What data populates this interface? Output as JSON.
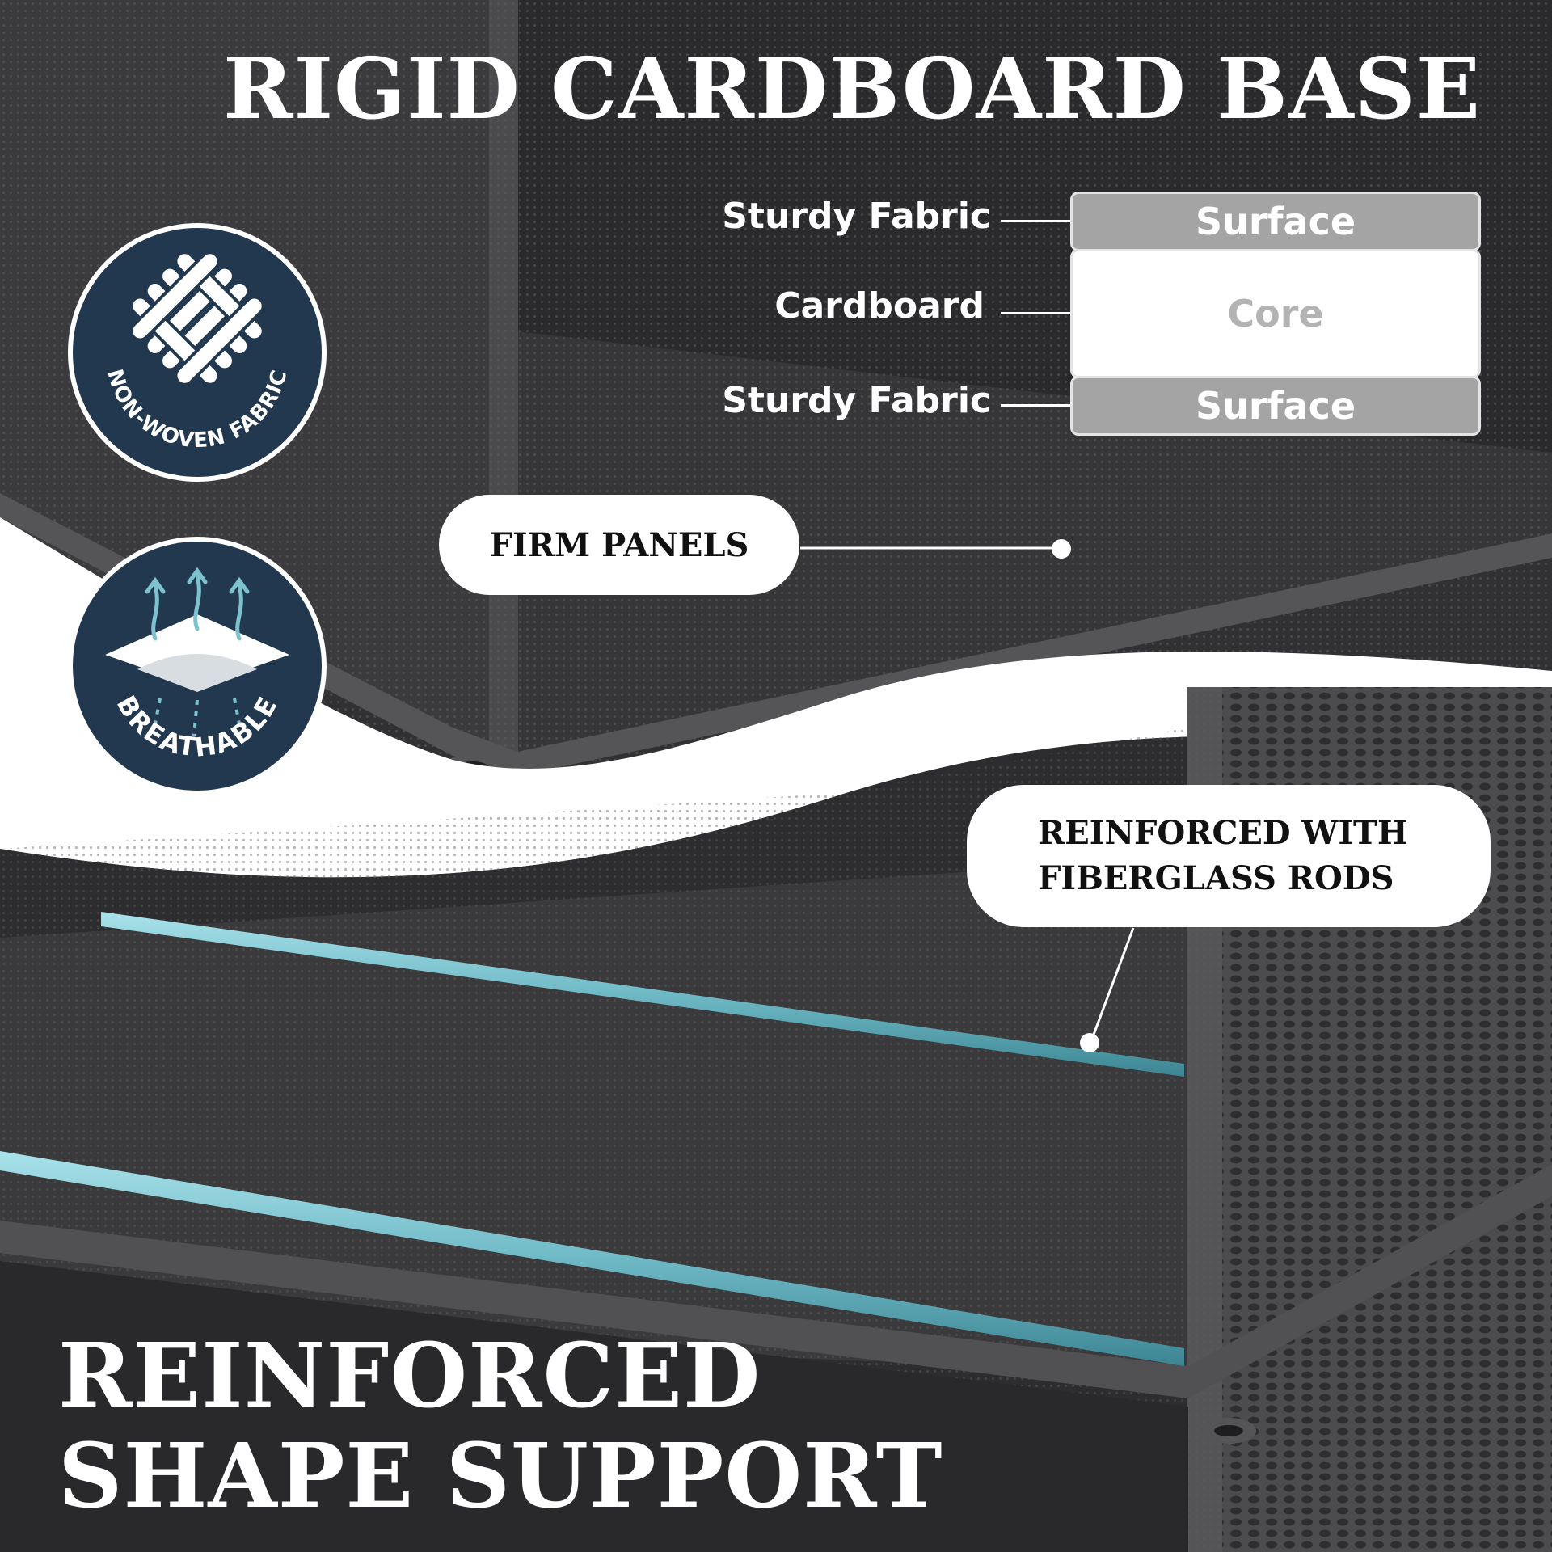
{
  "headline": "RIGID CARDBOARD BASE",
  "layers": [
    {
      "label": "Sturdy Fabric",
      "box": "Surface"
    },
    {
      "label": "Cardboard",
      "box": "Core"
    },
    {
      "label": "Sturdy Fabric",
      "box": "Surface"
    }
  ],
  "callouts": {
    "firm_panels": "FIRM PANELS",
    "rods_line1": "REINFORCED WITH",
    "rods_line2": "FIBERGLASS RODS"
  },
  "badges": {
    "non_woven": {
      "text": "NON-WOVEN FABRIC",
      "icon": "woven-lattice-icon"
    },
    "breathable": {
      "text": "BREATHABLE",
      "icon": "airflow-arrows-icon"
    }
  },
  "footer": {
    "line1": "REINFORCED",
    "line2": "SHAPE SUPPORT"
  },
  "colors": {
    "fabric": "#3a3a3c",
    "badge_navy": "#22384f",
    "rod_teal": "#7cc3cf",
    "text": "#ffffff"
  }
}
